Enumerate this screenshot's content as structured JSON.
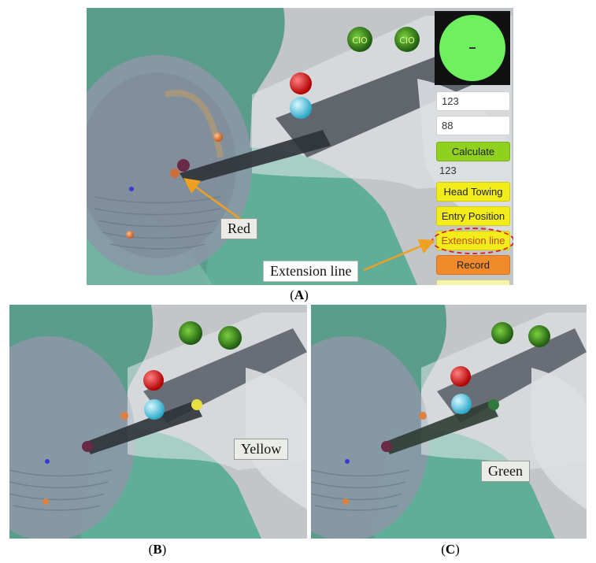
{
  "panel_a": {
    "caption_label": "A",
    "callouts": {
      "red": "Red",
      "extension_line": "Extension line"
    },
    "ui": {
      "field1": "123",
      "field2": "88",
      "calculate": "Calculate",
      "result": "123",
      "head_towing": "Head Towing",
      "entry_position": "Entry Position",
      "extension_line": "Extension line",
      "record": "Record"
    },
    "marker_text": "CIO"
  },
  "panel_b": {
    "caption_label": "B",
    "callout": "Yellow"
  },
  "panel_c": {
    "caption_label": "C",
    "callout": "Green"
  },
  "colors": {
    "drape": "#5a9e8a",
    "sphere_red": "#d81818",
    "sphere_cyan": "#57d0e8",
    "arrow": "#f0a020",
    "btn_green": "#8fd11e",
    "btn_yellow": "#f2ec1a",
    "btn_orange": "#f08a2a",
    "screen_green": "#6ef060",
    "highlight_ring": "#e02020"
  }
}
